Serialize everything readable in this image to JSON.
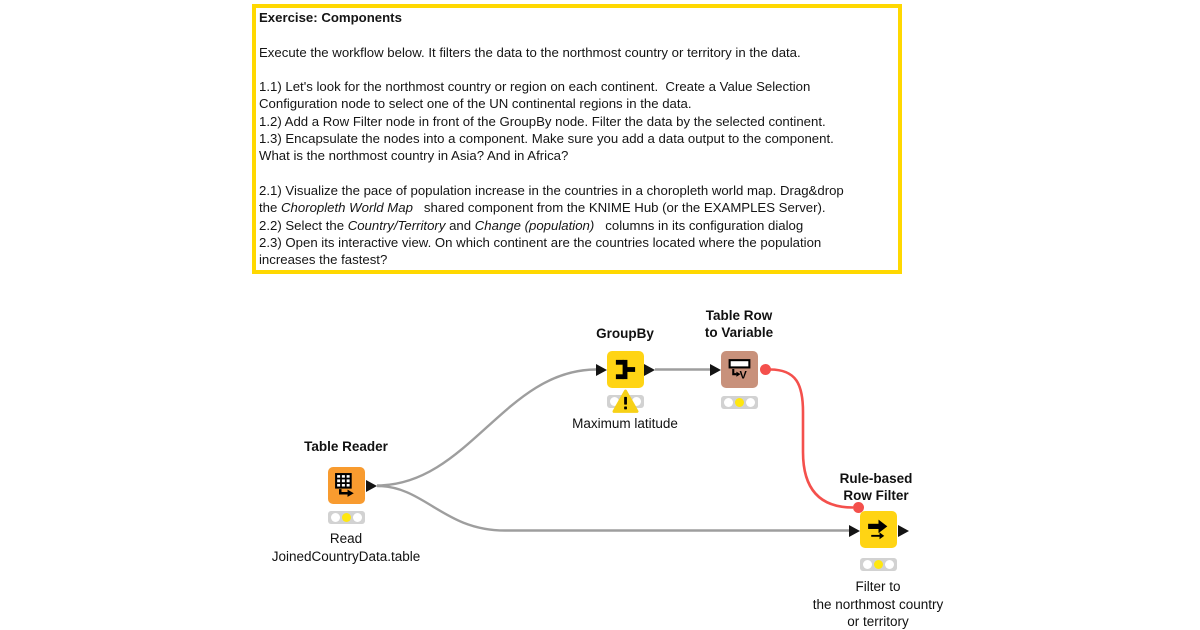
{
  "colors": {
    "annotation-yellow": "#FFD800",
    "node-orange": "#F89B2F",
    "node-yellow": "#FFD414",
    "node-tan": "#C8917B",
    "wire-gray": "#9E9E9E",
    "wire-red": "#F4504C",
    "traffic-bg": "#D2D2D2",
    "traffic-off": "#FFFFFF",
    "traffic-yellow": "#FFE70F",
    "warning-yellow": "#F7D117"
  },
  "annotation": {
    "lines": [
      [
        {
          "t": "Exercise: Components",
          "b": true
        }
      ],
      [],
      [
        {
          "t": "Execute the workflow below. It filters the data to the northmost country or territory in the data."
        }
      ],
      [],
      [
        {
          "t": "1.1) Let's look for the northmost country or region on each continent.  Create a Value Selection"
        }
      ],
      [
        {
          "t": "Configuration node to select one of the UN continental regions in the data."
        }
      ],
      [
        {
          "t": "1.2) Add a Row Filter node in front of the GroupBy node. Filter the data by the selected continent."
        }
      ],
      [
        {
          "t": "1.3) Encapsulate the nodes into a component. Make sure you add a data output to the component."
        }
      ],
      [
        {
          "t": "What is the northmost country in Asia? And in Africa?"
        }
      ],
      [],
      [
        {
          "t": "2.1) Visualize the pace of population increase in the countries in a choropleth world map. Drag&drop"
        }
      ],
      [
        {
          "t": "the "
        },
        {
          "t": "Choropleth World Map",
          "i": true
        },
        {
          "t": "   shared component from the KNIME Hub (or the EXAMPLES Server)."
        }
      ],
      [
        {
          "t": "2.2) Select the "
        },
        {
          "t": "Country/Territory",
          "i": true
        },
        {
          "t": " and "
        },
        {
          "t": "Change (population)",
          "i": true
        },
        {
          "t": "   columns in its configuration dialog"
        }
      ],
      [
        {
          "t": "2.3) Open its interactive view. On which continent are the countries located where the population"
        }
      ],
      [
        {
          "t": "increases the fastest?"
        }
      ]
    ]
  },
  "workflow": {
    "nodes": [
      {
        "id": "table-reader",
        "title": "Table Reader",
        "label": "Read\nJoinedCountryData.table",
        "status": "configured"
      },
      {
        "id": "groupby",
        "title": "GroupBy",
        "label": "Maximum latitude",
        "status": "warning"
      },
      {
        "id": "table-row-to-variable",
        "title": "Table Row\nto Variable",
        "label": "",
        "status": "configured"
      },
      {
        "id": "rule-based-row-filter",
        "title": "Rule-based\nRow Filter",
        "label": "Filter to\nthe northmost country\nor territory",
        "status": "configured"
      }
    ]
  }
}
